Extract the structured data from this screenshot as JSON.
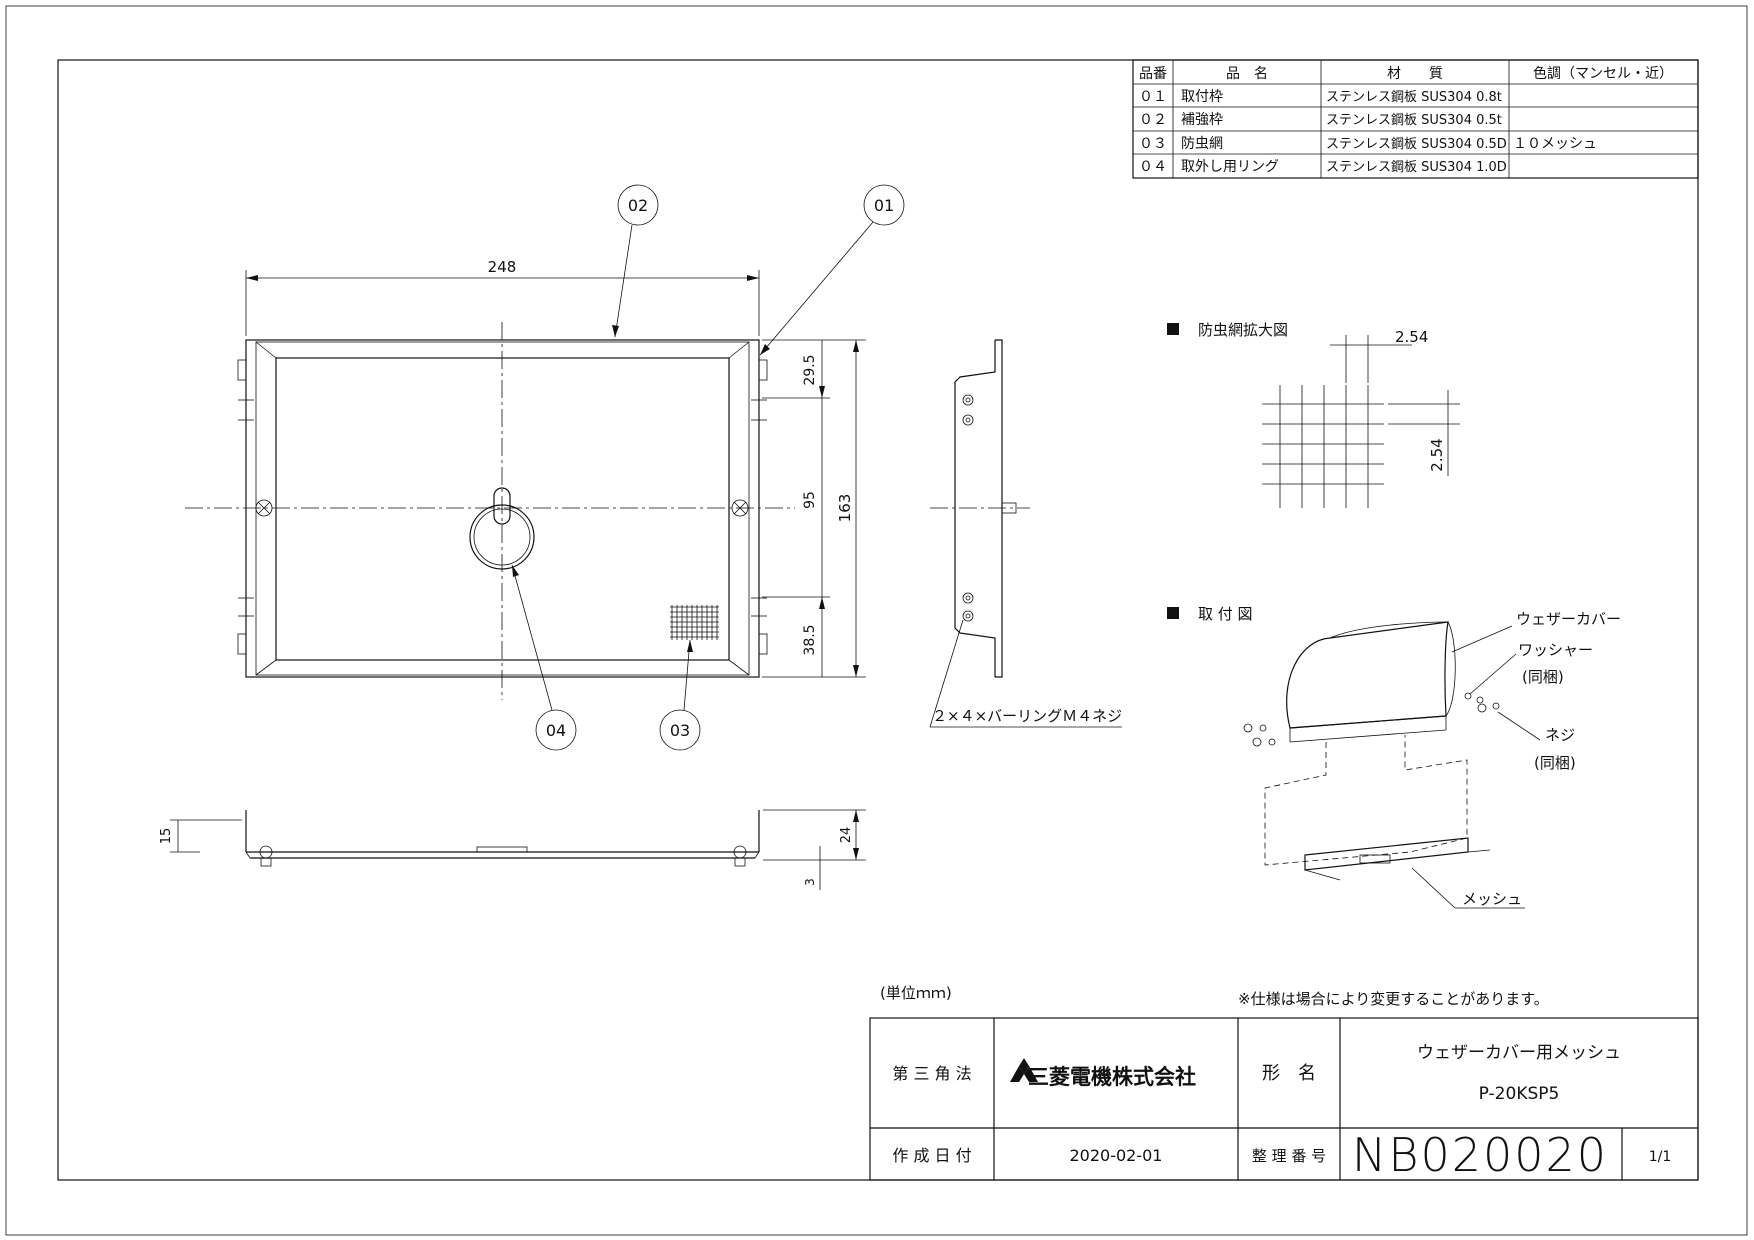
{
  "parts_table": {
    "headers": {
      "no": "品番",
      "name": "品　名",
      "material": "材　　質",
      "color": "色調（マンセル・近）"
    },
    "rows": [
      {
        "no": "０１",
        "name": "取付枠",
        "material": "ステンレス鋼板 SUS304 0.8t",
        "color": ""
      },
      {
        "no": "０２",
        "name": "補強枠",
        "material": "ステンレス鋼板 SUS304 0.5t",
        "color": ""
      },
      {
        "no": "０３",
        "name": "防虫網",
        "material": "ステンレス鋼板 SUS304 0.5D",
        "color": "１０メッシュ"
      },
      {
        "no": "０４",
        "name": "取外し用リング",
        "material": "ステンレス鋼板 SUS304 1.0D",
        "color": ""
      }
    ]
  },
  "front_view": {
    "dim_width": "248",
    "dim_top": "29.5",
    "dim_mid": "95",
    "dim_bottom": "38.5",
    "dim_total": "163",
    "balloons": [
      "02",
      "01",
      "04",
      "03"
    ]
  },
  "side_view": {
    "note": "２×４×バーリングＭ４ネジ"
  },
  "bottom_view": {
    "dim_left": "15",
    "dim_right": "24",
    "dim_small": "3"
  },
  "mesh_detail": {
    "title": "防虫網拡大図",
    "pitch_h": "2.54",
    "pitch_v": "2.54"
  },
  "install_view": {
    "title": "取 付 図",
    "weather_cover": "ウェザーカバー",
    "washer": "ワッシャー",
    "washer_note": "(同梱)",
    "screw": "ネジ",
    "screw_note": "(同梱)",
    "mesh": "メッシュ"
  },
  "unit_note": "(単位ｍｍ)",
  "spec_note": "※仕様は場合により変更することがあります。",
  "title_block": {
    "projection": "第 三 角 法",
    "company": "三菱電機株式会社",
    "model_label": "形　名",
    "product_name": "ウェザーカバー用メッシュ",
    "model_no": "P-20KSP5",
    "date_label": "作 成 日 付",
    "date": "2020-02-01",
    "doc_label": "整 理 番 号",
    "doc_no": "NB020020",
    "sheet": "1/1"
  }
}
